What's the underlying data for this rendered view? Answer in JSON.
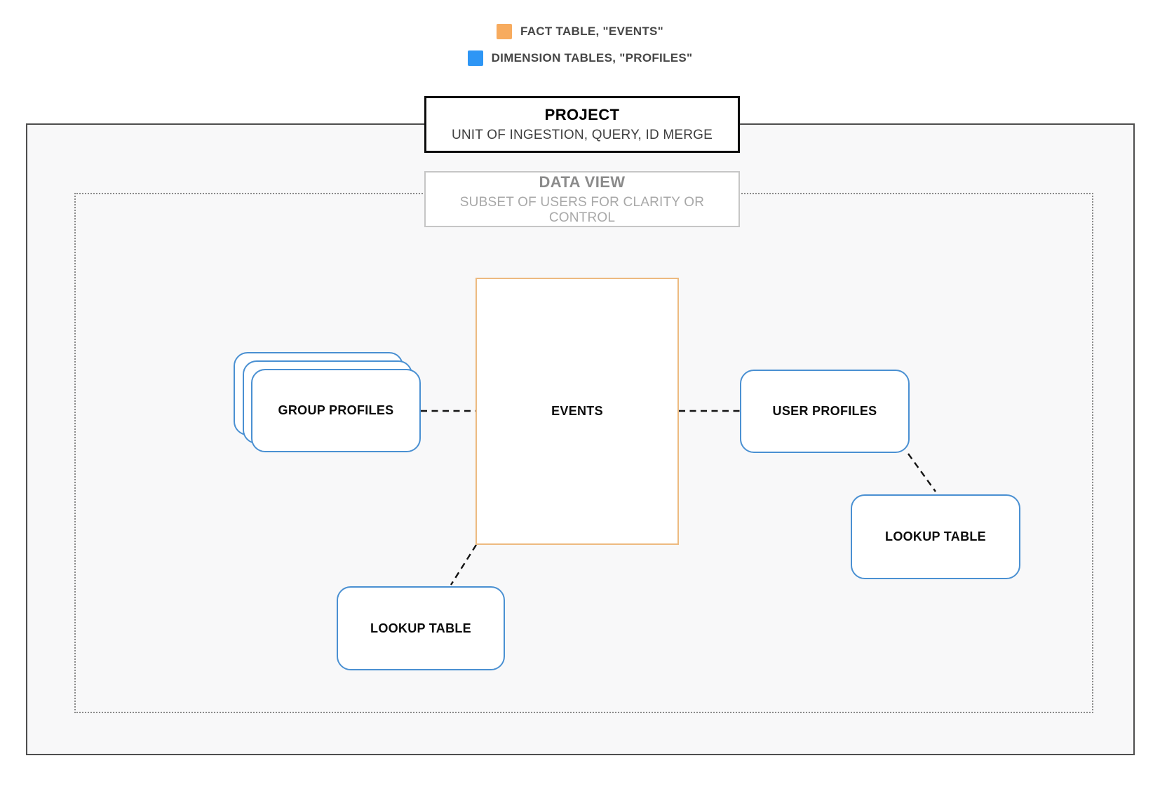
{
  "legend": {
    "items": [
      {
        "key": "fact",
        "label": "FACT TABLE, \"EVENTS\"",
        "color": "#F7AB5E"
      },
      {
        "key": "dimension",
        "label": "DIMENSION TABLES, \"PROFILES\"",
        "color": "#2E96F5"
      }
    ]
  },
  "project": {
    "title": "PROJECT",
    "subtitle": "UNIT OF INGESTION, QUERY, ID MERGE"
  },
  "data_view": {
    "title": "DATA VIEW",
    "subtitle": "SUBSET OF USERS FOR CLARITY OR CONTROL"
  },
  "nodes": {
    "events": {
      "label": "EVENTS",
      "type": "fact"
    },
    "group_profiles": {
      "label": "GROUP PROFILES",
      "type": "dimension",
      "stacked": true
    },
    "user_profiles": {
      "label": "USER PROFILES",
      "type": "dimension"
    },
    "lookup_table_bottom": {
      "label": "LOOKUP TABLE",
      "type": "dimension"
    },
    "lookup_table_right": {
      "label": "LOOKUP TABLE",
      "type": "dimension"
    }
  },
  "edges": [
    {
      "from": "group_profiles",
      "to": "events",
      "style": "dashed"
    },
    {
      "from": "events",
      "to": "user_profiles",
      "style": "dashed"
    },
    {
      "from": "events",
      "to": "lookup_table_bottom",
      "style": "dashed"
    },
    {
      "from": "user_profiles",
      "to": "lookup_table_right",
      "style": "dashed"
    }
  ],
  "colors": {
    "fact_swatch": "#F7AB5E",
    "dimension_swatch": "#2E96F5",
    "fact_node_border": "#EDBA80",
    "dimension_node_border": "#4A90D2",
    "outer_rect_border": "#4E4E4E",
    "dotted_rect_border": "#8A8A8A",
    "dashed_connector": "#141414"
  }
}
